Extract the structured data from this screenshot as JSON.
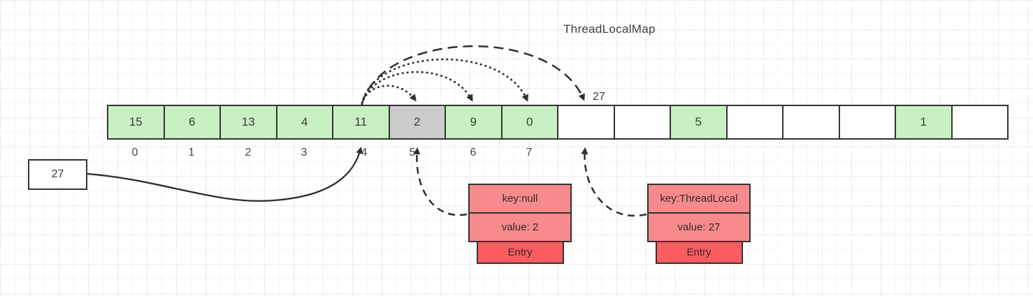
{
  "title": "ThreadLocalMap",
  "array": {
    "cells": [
      {
        "value": "15",
        "state": "green"
      },
      {
        "value": "6",
        "state": "green"
      },
      {
        "value": "13",
        "state": "green"
      },
      {
        "value": "4",
        "state": "green"
      },
      {
        "value": "11",
        "state": "green"
      },
      {
        "value": "2",
        "state": "gray"
      },
      {
        "value": "9",
        "state": "green"
      },
      {
        "value": "0",
        "state": "green"
      },
      {
        "value": "",
        "state": "white"
      },
      {
        "value": "",
        "state": "white"
      },
      {
        "value": "5",
        "state": "green"
      },
      {
        "value": "",
        "state": "white"
      },
      {
        "value": "",
        "state": "white"
      },
      {
        "value": "",
        "state": "white"
      },
      {
        "value": "1",
        "state": "green"
      },
      {
        "value": "",
        "state": "white"
      }
    ],
    "index_labels": [
      "0",
      "1",
      "2",
      "3",
      "4",
      "5",
      "6",
      "7"
    ]
  },
  "incoming_value_box": {
    "label": "27"
  },
  "probe_target_label": "27",
  "entries": [
    {
      "key": "key:null",
      "value": "value: 2",
      "type": "Entry"
    },
    {
      "key": "key:ThreadLocal",
      "value": "value: 27",
      "type": "Entry"
    }
  ],
  "colors": {
    "cell_green": "#c9f0c3",
    "cell_gray": "#cccccc",
    "entry_pink": "#f68a8c",
    "entry_red": "#fc5c5f",
    "stroke": "#2e2e2e"
  }
}
